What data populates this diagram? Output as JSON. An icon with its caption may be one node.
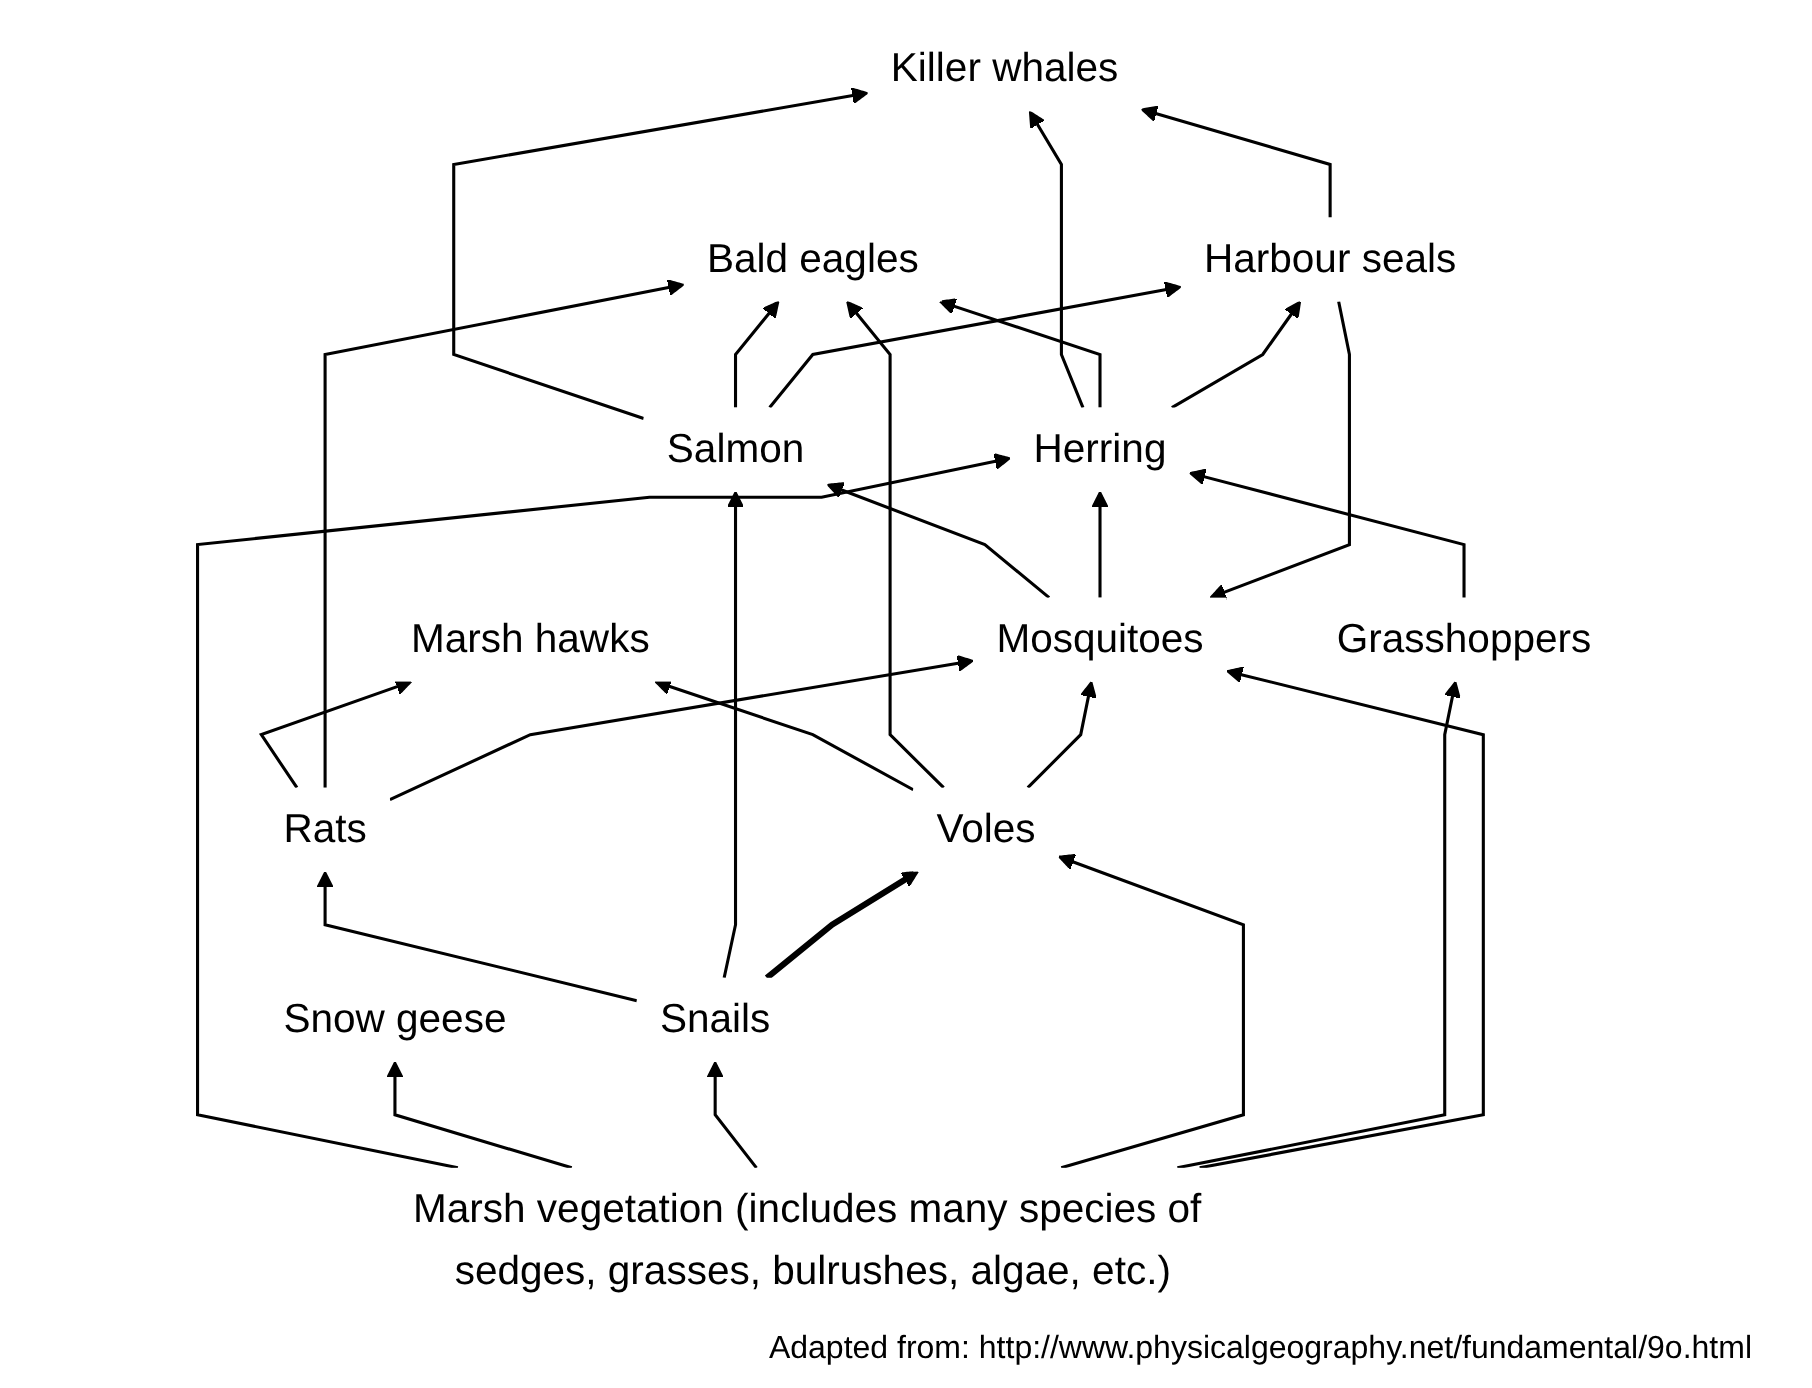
{
  "diagram": {
    "caption": "Adapted from: http://www.physicalgeography.net/fundamental/9o.html",
    "nodes": [
      {
        "text": [
          "Killer whales"
        ]
      },
      {
        "text": [
          "Marsh hawks"
        ]
      },
      {
        "text": [
          "Bald eagles"
        ]
      },
      {
        "text": [
          "Harbour seals"
        ]
      },
      {
        "text": [
          "Snow geese"
        ]
      },
      {
        "text": [
          "Herring"
        ]
      },
      {
        "text": [
          "Salmon"
        ]
      },
      {
        "text": [
          "Rats"
        ]
      },
      {
        "text": [
          "Snails"
        ]
      },
      {
        "text": [
          "Voles"
        ]
      },
      {
        "text": [
          "Grasshoppers"
        ]
      },
      {
        "text": [
          "Mosquitoes"
        ]
      },
      {
        "text": [
          "Marsh vegetation (includes many species of sedges, grasses, bulrushes, algae, etc.)"
        ]
      }
    ],
    "edges": [
      {
        "from": 5,
        "to": 0,
        "arrow": "to"
      },
      {
        "from": 6,
        "to": 0,
        "arrow": "to"
      },
      {
        "from": 3,
        "to": 0,
        "arrow": "to"
      },
      {
        "from": 9,
        "to": 1,
        "arrow": "to"
      },
      {
        "from": 7,
        "to": 1,
        "arrow": "to"
      },
      {
        "from": 9,
        "to": 2,
        "arrow": "to"
      },
      {
        "from": 7,
        "to": 2,
        "arrow": "to"
      },
      {
        "from": 5,
        "to": 2,
        "arrow": "to"
      },
      {
        "from": 6,
        "to": 2,
        "arrow": "to"
      },
      {
        "from": 5,
        "to": 3,
        "arrow": "to"
      },
      {
        "from": 6,
        "to": 3,
        "arrow": "to"
      },
      {
        "from": 3,
        "to": 11,
        "arrow": "to"
      },
      {
        "from": 11,
        "to": 6,
        "arrow": "to"
      },
      {
        "from": 11,
        "to": 5,
        "arrow": "to"
      },
      {
        "from": 10,
        "to": 5,
        "arrow": "to"
      },
      {
        "from": 12,
        "to": 5,
        "arrow": "to"
      },
      {
        "from": 12,
        "to": 4,
        "arrow": "to"
      },
      {
        "from": 8,
        "to": 7,
        "arrow": "to"
      },
      {
        "from": 8,
        "to": 6,
        "arrow": "to"
      },
      {
        "from": 8,
        "to": 9,
        "arrow": "to",
        "style": "thick"
      },
      {
        "from": 9,
        "to": 11,
        "arrow": "to"
      },
      {
        "from": 7,
        "to": 11,
        "arrow": "to"
      },
      {
        "from": 12,
        "to": 8,
        "arrow": "to"
      },
      {
        "from": 12,
        "to": 9,
        "arrow": "to"
      },
      {
        "from": 12,
        "to": 10,
        "arrow": "to"
      },
      {
        "from": 12,
        "to": 11,
        "arrow": "to"
      }
    ]
  }
}
